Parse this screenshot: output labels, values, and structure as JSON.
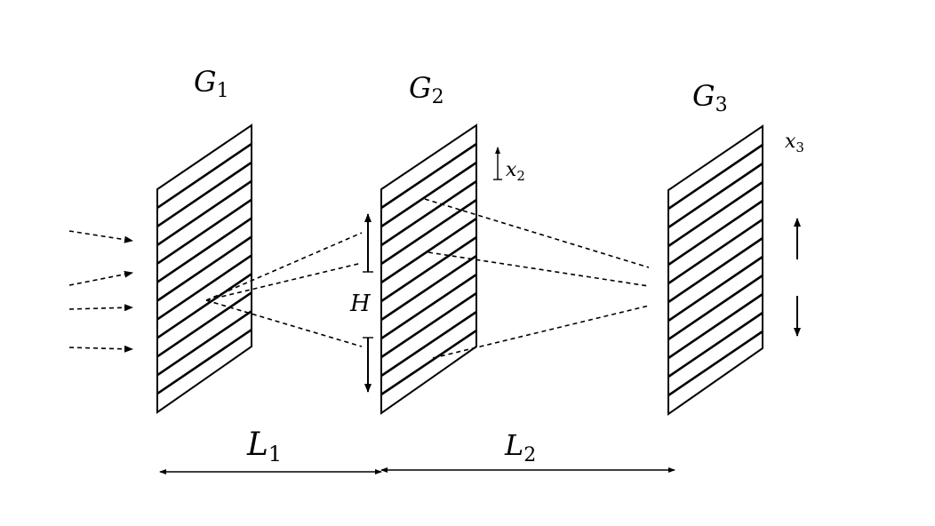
{
  "gratings": [
    {
      "id": "g1",
      "letter": "G",
      "index": "1"
    },
    {
      "id": "g2",
      "letter": "G",
      "index": "2"
    },
    {
      "id": "g3",
      "letter": "G",
      "index": "3"
    }
  ],
  "labels": {
    "x2": {
      "letter": "x",
      "index": "2"
    },
    "x3": {
      "letter": "x",
      "index": "3"
    },
    "h": "H",
    "l1": {
      "letter": "L",
      "index": "1"
    },
    "l2": {
      "letter": "L",
      "index": "2"
    }
  }
}
